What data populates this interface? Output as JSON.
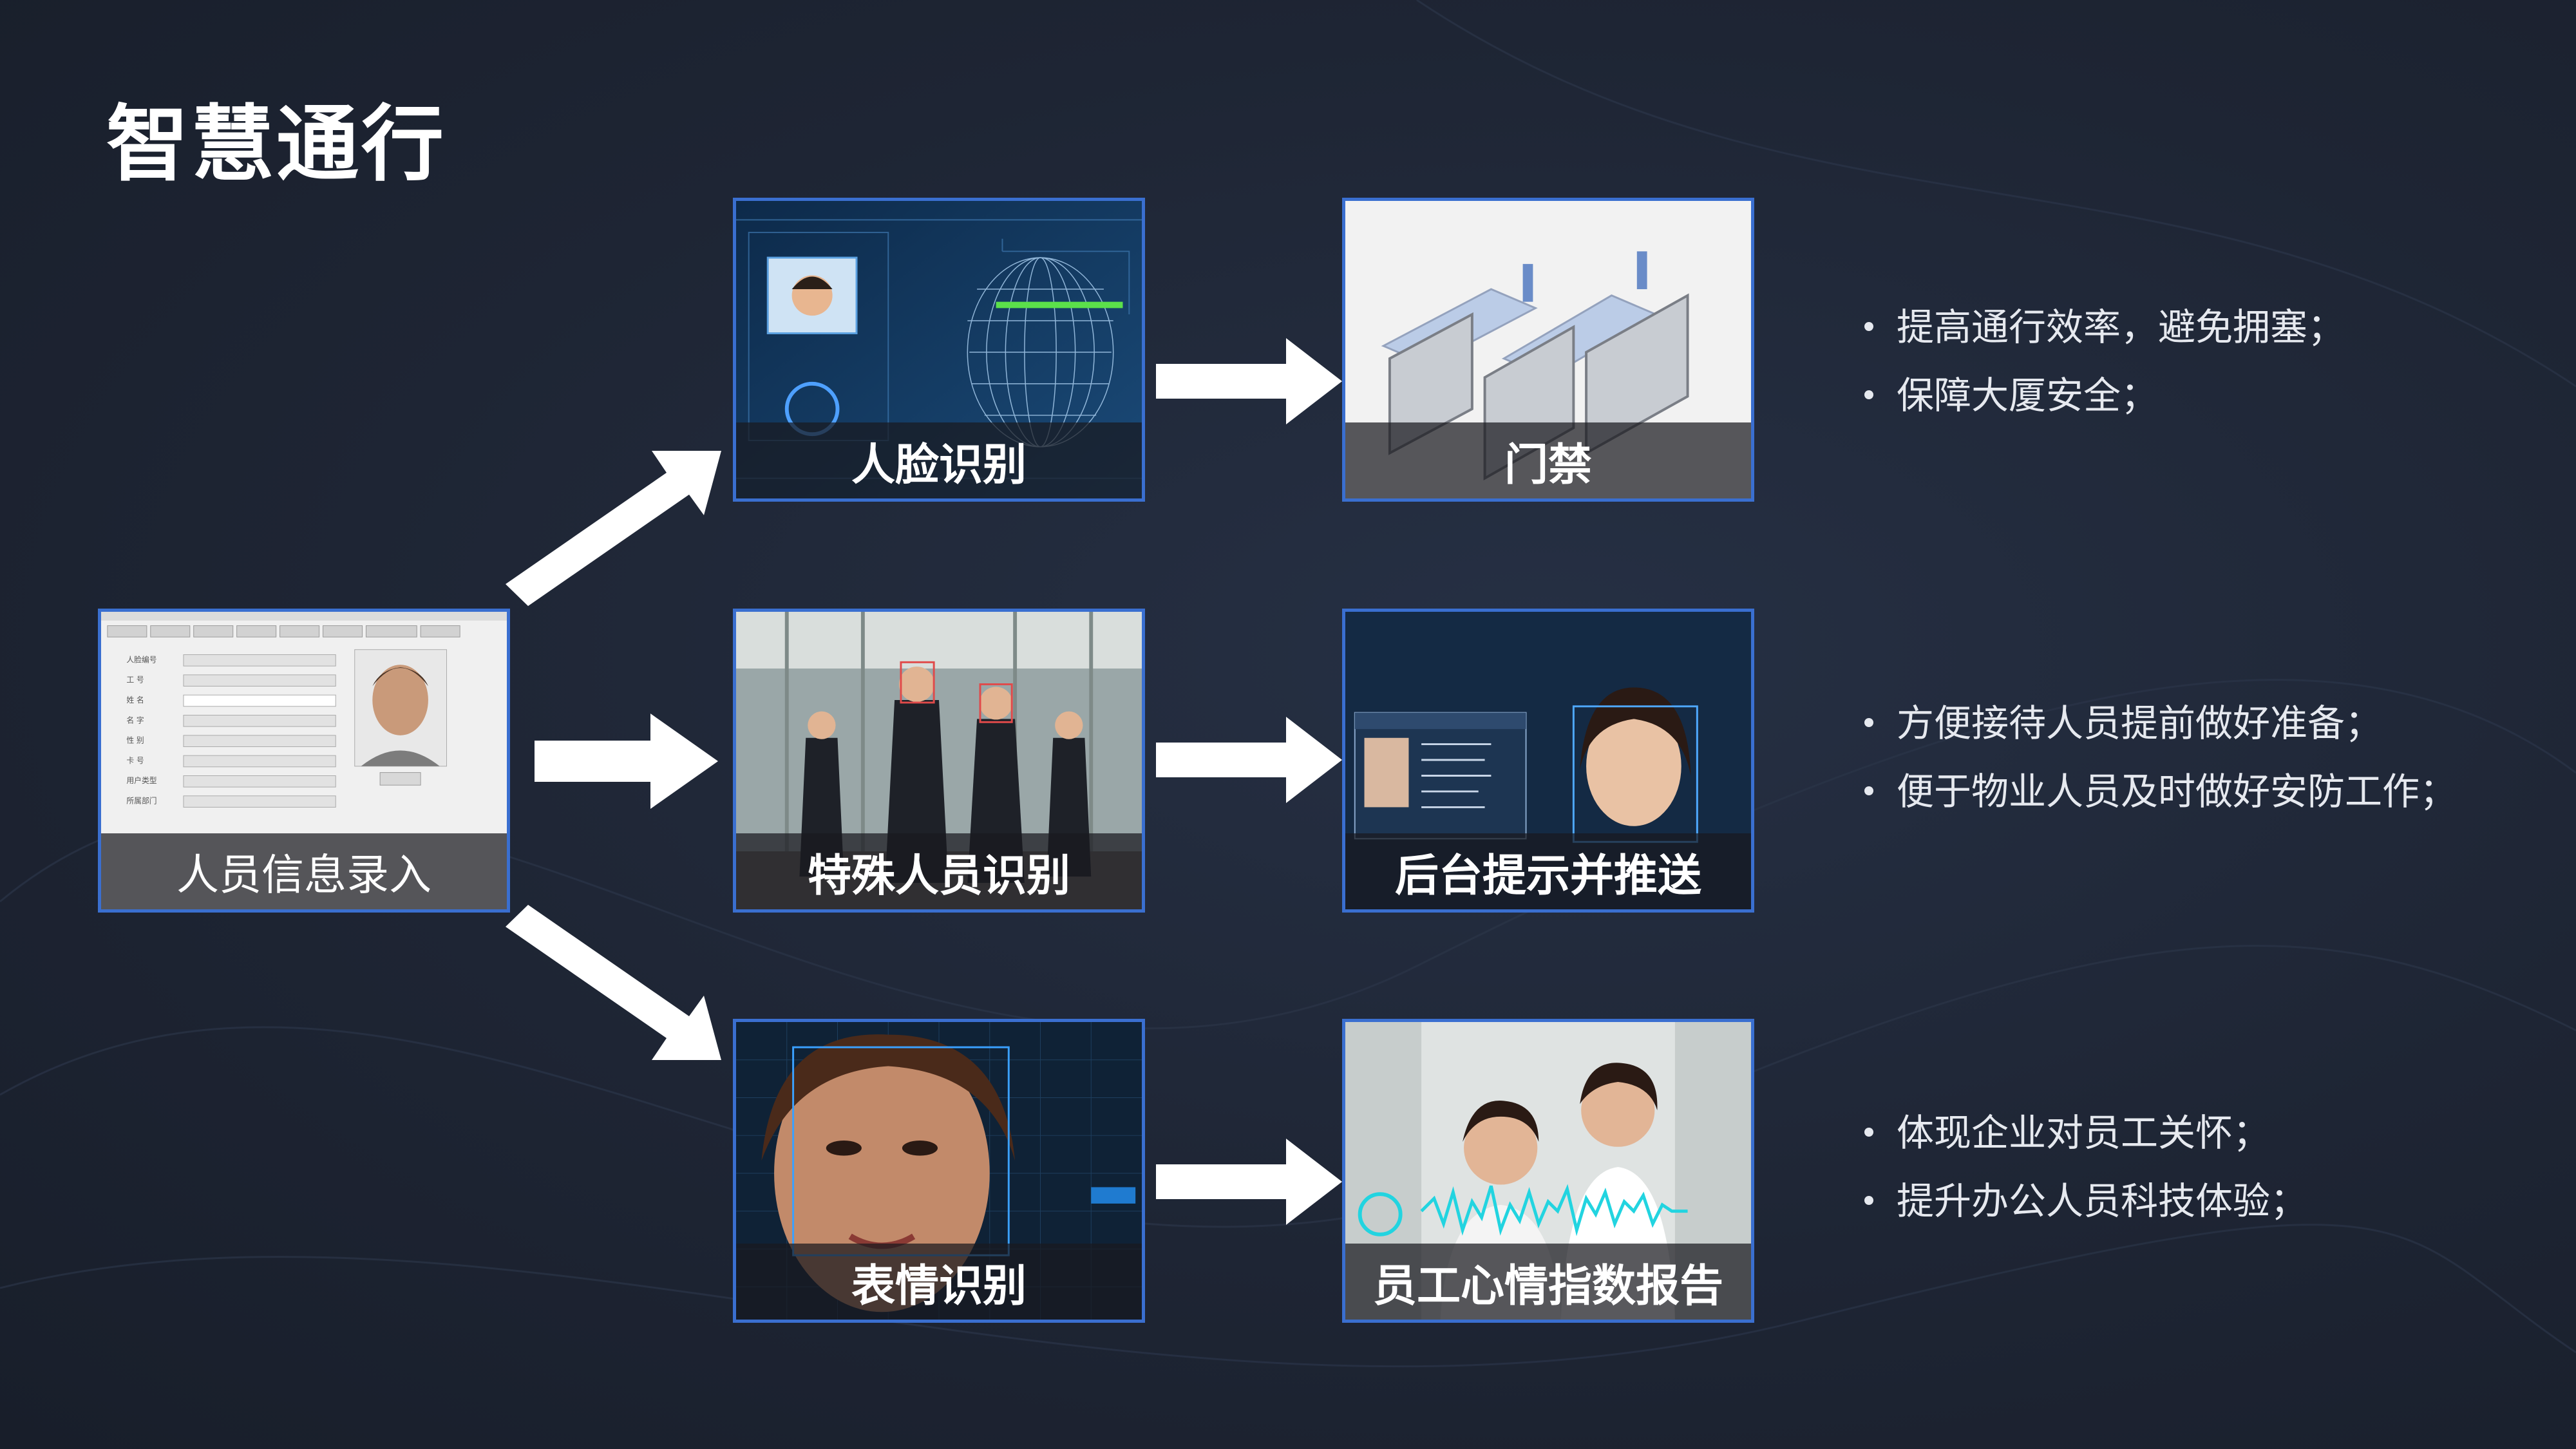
{
  "title": "智慧通行",
  "source": {
    "label": "人员信息录入"
  },
  "rows": [
    {
      "recognition": "人脸识别",
      "result": "门禁",
      "bullets": [
        "提高通行效率，避免拥塞；",
        "保障大厦安全；"
      ]
    },
    {
      "recognition": "特殊人员识别",
      "result": "后台提示并推送",
      "bullets": [
        "方便接待人员提前做好准备；",
        "便于物业人员及时做好安防工作；"
      ]
    },
    {
      "recognition": "表情识别",
      "result": "员工心情指数报告",
      "bullets": [
        "体现企业对员工关怀；",
        "提升办公人员科技体验；"
      ]
    }
  ],
  "colors": {
    "border": "#3a6fd0",
    "arrow": "#ffffff",
    "background": "#1e2534"
  }
}
